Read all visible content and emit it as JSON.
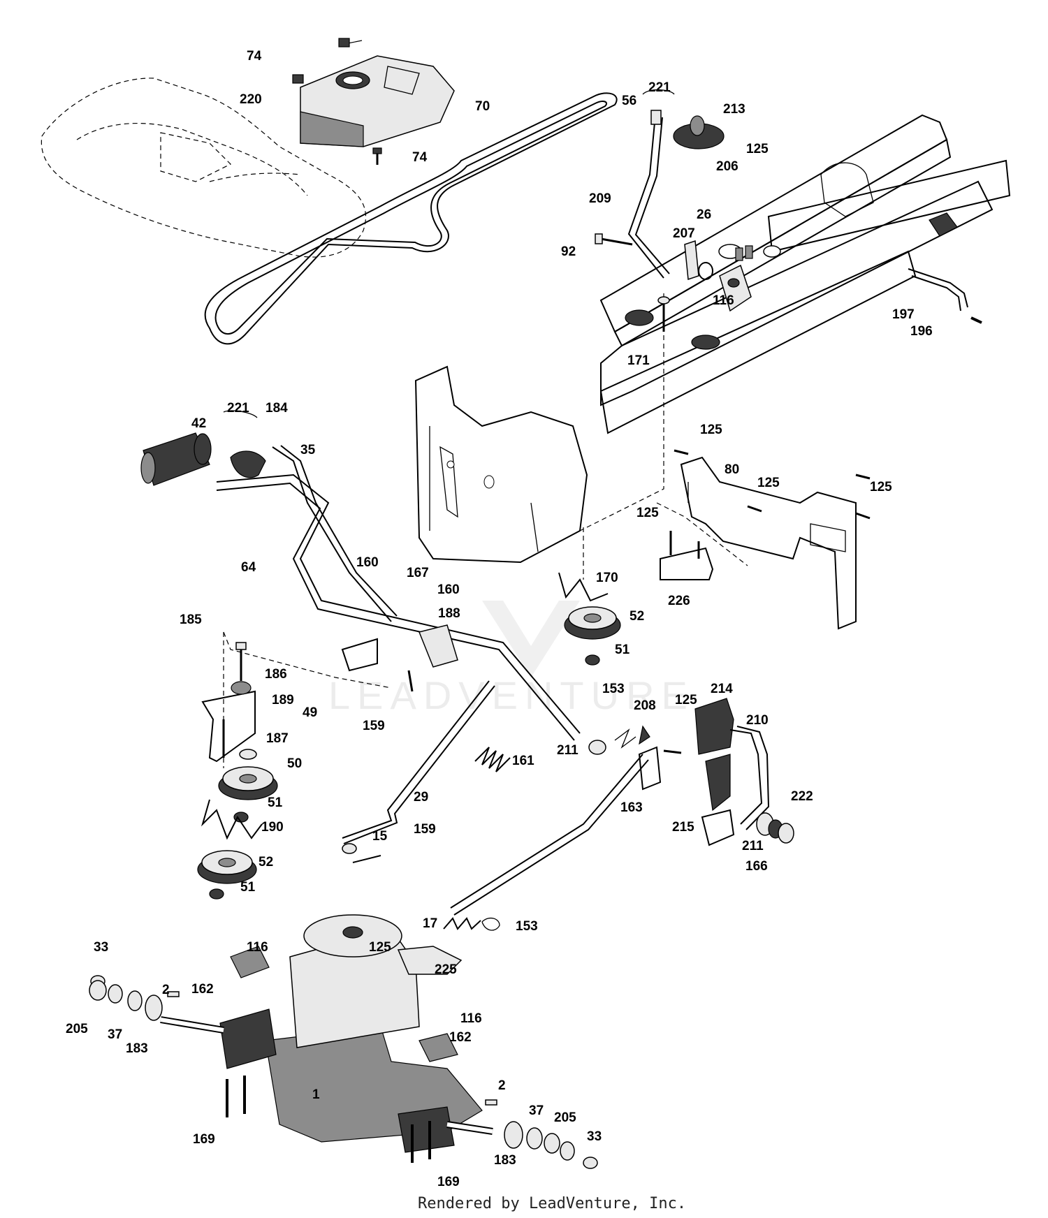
{
  "diagram": {
    "labels": [
      {
        "id": "p74a",
        "text": "74"
      },
      {
        "id": "p220",
        "text": "220"
      },
      {
        "id": "p70",
        "text": "70"
      },
      {
        "id": "p74b",
        "text": "74"
      },
      {
        "id": "p56",
        "text": "56"
      },
      {
        "id": "p221a",
        "text": "221"
      },
      {
        "id": "p213",
        "text": "213"
      },
      {
        "id": "p125a",
        "text": "125"
      },
      {
        "id": "p206",
        "text": "206"
      },
      {
        "id": "p26",
        "text": "26"
      },
      {
        "id": "p209",
        "text": "209"
      },
      {
        "id": "p207",
        "text": "207"
      },
      {
        "id": "p92",
        "text": "92"
      },
      {
        "id": "p116a",
        "text": "116"
      },
      {
        "id": "p171",
        "text": "171"
      },
      {
        "id": "p197",
        "text": "197"
      },
      {
        "id": "p196",
        "text": "196"
      },
      {
        "id": "p221b",
        "text": "221"
      },
      {
        "id": "p184",
        "text": "184"
      },
      {
        "id": "p42",
        "text": "42"
      },
      {
        "id": "p35",
        "text": "35"
      },
      {
        "id": "p125b",
        "text": "125"
      },
      {
        "id": "p80",
        "text": "80"
      },
      {
        "id": "p125c",
        "text": "125"
      },
      {
        "id": "p125d",
        "text": "125"
      },
      {
        "id": "p125e",
        "text": "125"
      },
      {
        "id": "p64",
        "text": "64"
      },
      {
        "id": "p160a",
        "text": "160"
      },
      {
        "id": "p167",
        "text": "167"
      },
      {
        "id": "p160b",
        "text": "160"
      },
      {
        "id": "p170",
        "text": "170"
      },
      {
        "id": "p226",
        "text": "226"
      },
      {
        "id": "p185",
        "text": "185"
      },
      {
        "id": "p188",
        "text": "188"
      },
      {
        "id": "p52a",
        "text": "52"
      },
      {
        "id": "p51a",
        "text": "51"
      },
      {
        "id": "p186",
        "text": "186"
      },
      {
        "id": "p189",
        "text": "189"
      },
      {
        "id": "p49",
        "text": "49"
      },
      {
        "id": "p159a",
        "text": "159"
      },
      {
        "id": "p153a",
        "text": "153"
      },
      {
        "id": "p208",
        "text": "208"
      },
      {
        "id": "p125f",
        "text": "125"
      },
      {
        "id": "p214",
        "text": "214"
      },
      {
        "id": "p210",
        "text": "210"
      },
      {
        "id": "p187",
        "text": "187"
      },
      {
        "id": "p161",
        "text": "161"
      },
      {
        "id": "p211a",
        "text": "211"
      },
      {
        "id": "p50",
        "text": "50"
      },
      {
        "id": "p51b",
        "text": "51"
      },
      {
        "id": "p29",
        "text": "29"
      },
      {
        "id": "p163",
        "text": "163"
      },
      {
        "id": "p222",
        "text": "222"
      },
      {
        "id": "p190",
        "text": "190"
      },
      {
        "id": "p15",
        "text": "15"
      },
      {
        "id": "p159b",
        "text": "159"
      },
      {
        "id": "p215",
        "text": "215"
      },
      {
        "id": "p211b",
        "text": "211"
      },
      {
        "id": "p166",
        "text": "166"
      },
      {
        "id": "p52b",
        "text": "52"
      },
      {
        "id": "p51c",
        "text": "51"
      },
      {
        "id": "p17",
        "text": "17"
      },
      {
        "id": "p153b",
        "text": "153"
      },
      {
        "id": "p33a",
        "text": "33"
      },
      {
        "id": "p116b",
        "text": "116"
      },
      {
        "id": "p125g",
        "text": "125"
      },
      {
        "id": "p225",
        "text": "225"
      },
      {
        "id": "p2a",
        "text": "2"
      },
      {
        "id": "p162a",
        "text": "162"
      },
      {
        "id": "p205a",
        "text": "205"
      },
      {
        "id": "p37a",
        "text": "37"
      },
      {
        "id": "p183a",
        "text": "183"
      },
      {
        "id": "p116c",
        "text": "116"
      },
      {
        "id": "p162b",
        "text": "162"
      },
      {
        "id": "p1",
        "text": "1"
      },
      {
        "id": "p2b",
        "text": "2"
      },
      {
        "id": "p37b",
        "text": "37"
      },
      {
        "id": "p205b",
        "text": "205"
      },
      {
        "id": "p169a",
        "text": "169"
      },
      {
        "id": "p33b",
        "text": "33"
      },
      {
        "id": "p183b",
        "text": "183"
      },
      {
        "id": "p169b",
        "text": "169"
      }
    ]
  },
  "watermark": {
    "text": "LEADVENTURE"
  },
  "footer": {
    "credit": "Rendered by LeadVenture, Inc."
  }
}
